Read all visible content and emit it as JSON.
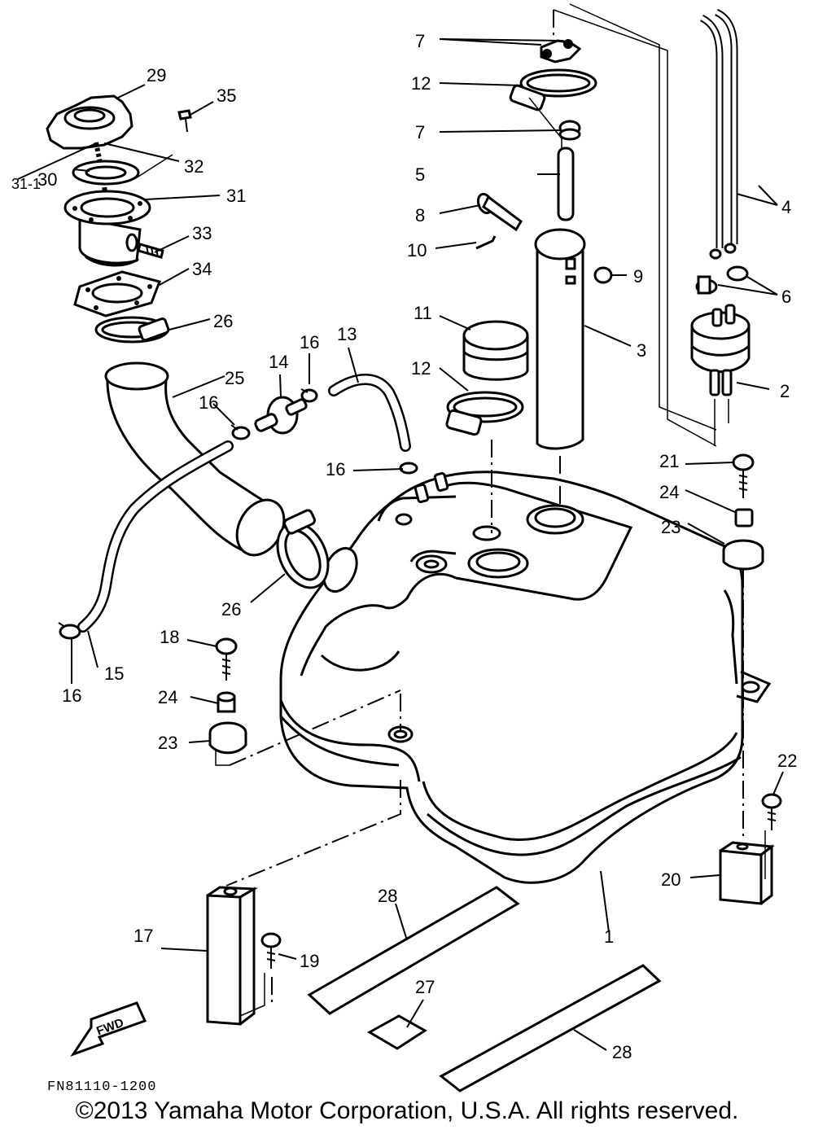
{
  "diagram": {
    "reference_code": "FN81110-1200",
    "copyright": "©2013 Yamaha Motor Corporation, U.S.A. All rights reserved.",
    "direction_label": "FWD",
    "callouts": [
      {
        "id": "c1",
        "text": "1"
      },
      {
        "id": "c2",
        "text": "2"
      },
      {
        "id": "c3",
        "text": "3"
      },
      {
        "id": "c4",
        "text": "4"
      },
      {
        "id": "c5",
        "text": "5"
      },
      {
        "id": "c6",
        "text": "6"
      },
      {
        "id": "c7a",
        "text": "7"
      },
      {
        "id": "c7b",
        "text": "7"
      },
      {
        "id": "c8",
        "text": "8"
      },
      {
        "id": "c9",
        "text": "9"
      },
      {
        "id": "c10",
        "text": "10"
      },
      {
        "id": "c11",
        "text": "11"
      },
      {
        "id": "c12a",
        "text": "12"
      },
      {
        "id": "c12b",
        "text": "12"
      },
      {
        "id": "c13",
        "text": "13"
      },
      {
        "id": "c14",
        "text": "14"
      },
      {
        "id": "c15",
        "text": "15"
      },
      {
        "id": "c16a",
        "text": "16"
      },
      {
        "id": "c16b",
        "text": "16"
      },
      {
        "id": "c16c",
        "text": "16"
      },
      {
        "id": "c16d",
        "text": "16"
      },
      {
        "id": "c17",
        "text": "17"
      },
      {
        "id": "c18",
        "text": "18"
      },
      {
        "id": "c19",
        "text": "19"
      },
      {
        "id": "c20",
        "text": "20"
      },
      {
        "id": "c21",
        "text": "21"
      },
      {
        "id": "c22",
        "text": "22"
      },
      {
        "id": "c23a",
        "text": "23"
      },
      {
        "id": "c23b",
        "text": "23"
      },
      {
        "id": "c24a",
        "text": "24"
      },
      {
        "id": "c24b",
        "text": "24"
      },
      {
        "id": "c25",
        "text": "25"
      },
      {
        "id": "c26a",
        "text": "26"
      },
      {
        "id": "c26b",
        "text": "26"
      },
      {
        "id": "c27",
        "text": "27"
      },
      {
        "id": "c28a",
        "text": "28"
      },
      {
        "id": "c28b",
        "text": "28"
      },
      {
        "id": "c29",
        "text": "29"
      },
      {
        "id": "c30",
        "text": "30"
      },
      {
        "id": "c31",
        "text": "31"
      },
      {
        "id": "c31-1",
        "text": "31-1"
      },
      {
        "id": "c32",
        "text": "32"
      },
      {
        "id": "c33",
        "text": "33"
      },
      {
        "id": "c34",
        "text": "34"
      },
      {
        "id": "c35",
        "text": "35"
      }
    ]
  }
}
